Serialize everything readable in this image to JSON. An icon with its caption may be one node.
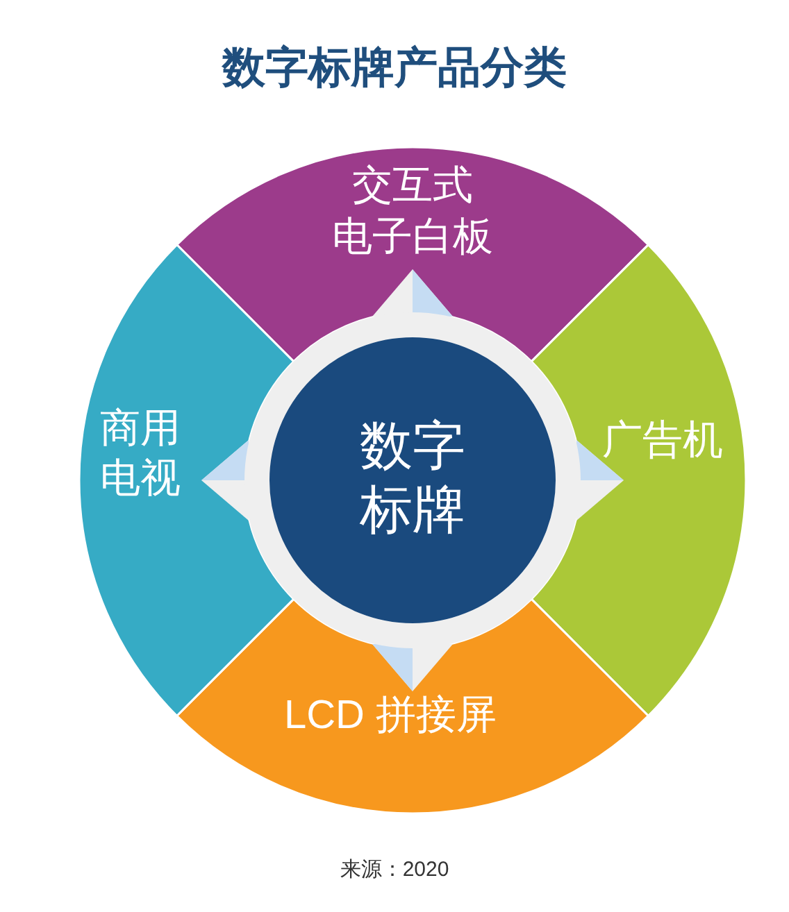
{
  "diagram": {
    "title": "数字标牌产品分类",
    "caption": "来源：2020",
    "nodes": [
      {
        "text": [
          "数字标牌"
        ]
      },
      {
        "text": [
          "交互式电子白板"
        ]
      },
      {
        "text": [
          "广告机"
        ]
      },
      {
        "text": [
          "LCD 拼接屏"
        ]
      },
      {
        "text": [
          "商用电视"
        ]
      }
    ],
    "edges": [
      {
        "from": 0,
        "to": 1,
        "arrow": "to"
      },
      {
        "from": 0,
        "to": 2,
        "arrow": "to"
      },
      {
        "from": 0,
        "to": 3,
        "arrow": "to"
      },
      {
        "from": 0,
        "to": 4,
        "arrow": "to"
      }
    ]
  }
}
